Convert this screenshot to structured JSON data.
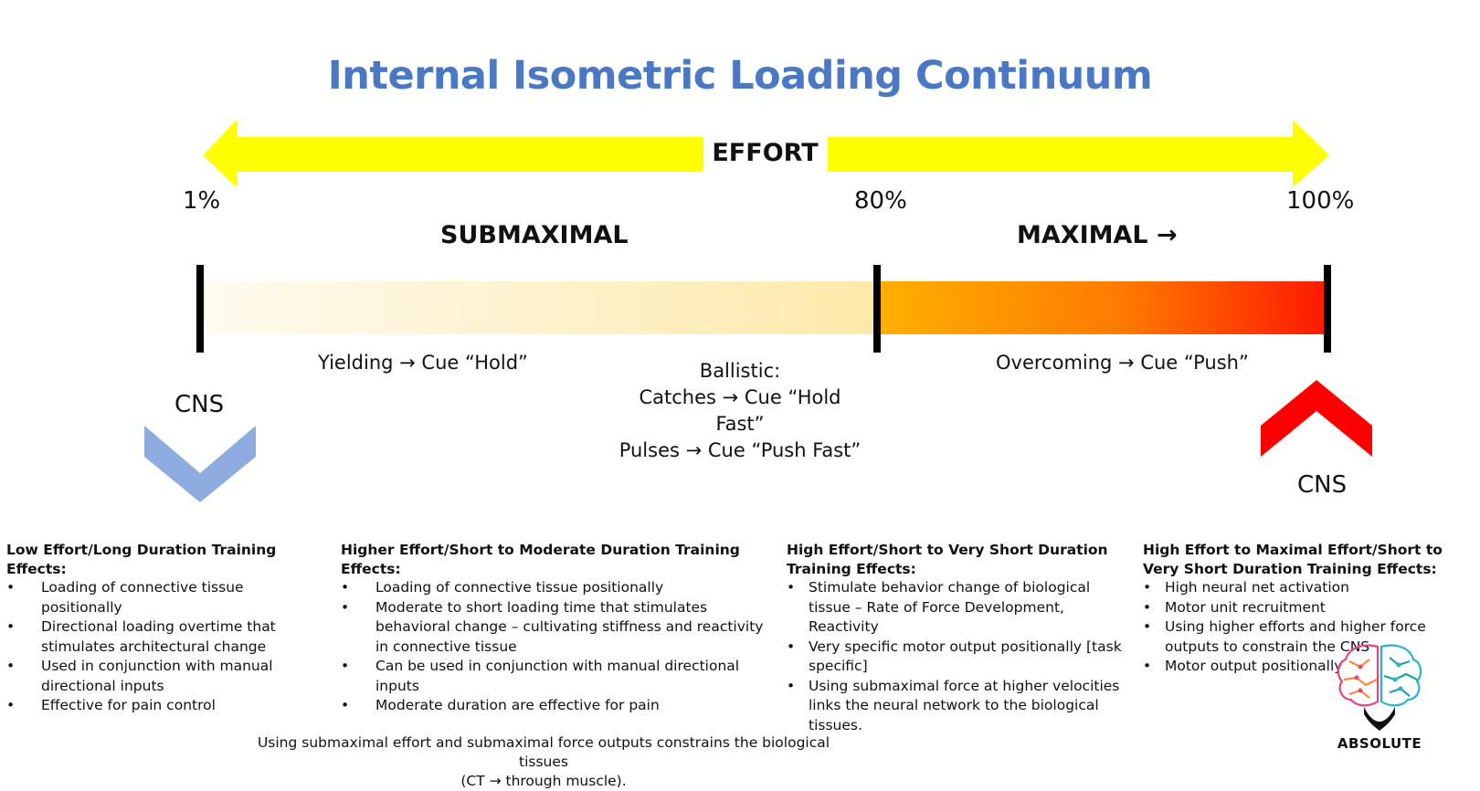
{
  "title": "Internal Isometric Loading Continuum",
  "effort": {
    "label": "EFFORT",
    "arrow_color": "#ffff00"
  },
  "scale": {
    "start": "1%",
    "mid": "80%",
    "end": "100%"
  },
  "zones": {
    "submaximal": "SUBMAXIMAL",
    "maximal": "MAXIMAL →"
  },
  "cues": {
    "yielding": "Yielding → Cue “Hold”",
    "ballistic_title": "Ballistic:",
    "catches": "Catches → Cue “Hold Fast”",
    "pulses": "Pulses → Cue “Push Fast”",
    "overcoming": "Overcoming → Cue “Push”"
  },
  "cns": {
    "left_label": "CNS",
    "left_direction": "down",
    "left_color": "#8eacdf",
    "right_label": "CNS",
    "right_direction": "up",
    "right_color": "#ff0000"
  },
  "columns": [
    {
      "heading": "Low Effort/Long Duration Training Effects:",
      "items": [
        "Loading of connective tissue positionally",
        "Directional loading overtime that stimulates architectural change",
        "Used in conjunction with manual directional inputs",
        "Effective for pain control"
      ]
    },
    {
      "heading": "Higher Effort/Short to Moderate Duration Training Effects:",
      "items": [
        "Loading of connective tissue positionally",
        "Moderate to short loading time that stimulates behavioral change – cultivating stiffness and reactivity in connective tissue",
        "Can be used in conjunction with manual directional inputs",
        "Moderate duration are effective for pain"
      ]
    },
    {
      "heading": "High Effort/Short to Very Short Duration Training Effects:",
      "items": [
        "Stimulate behavior change of biological tissue – Rate of Force Development, Reactivity",
        "Very specific motor output positionally [task specific]",
        "Using submaximal force at higher velocities links the neural network to the biological tissues."
      ]
    },
    {
      "heading": "High Effort to Maximal Effort/Short to Very Short Duration Training Effects:",
      "items": [
        "High neural net activation",
        "Motor unit recruitment",
        "Using higher efforts and higher force outputs to constrain the CNS",
        "Motor output positionally"
      ]
    }
  ],
  "footnote": {
    "line1": "Using submaximal effort and submaximal force outputs constrains the biological tissues",
    "line2": "(CT → through muscle)."
  },
  "logo": {
    "text": "ABSOLUTE",
    "icon": "brain-icon"
  }
}
